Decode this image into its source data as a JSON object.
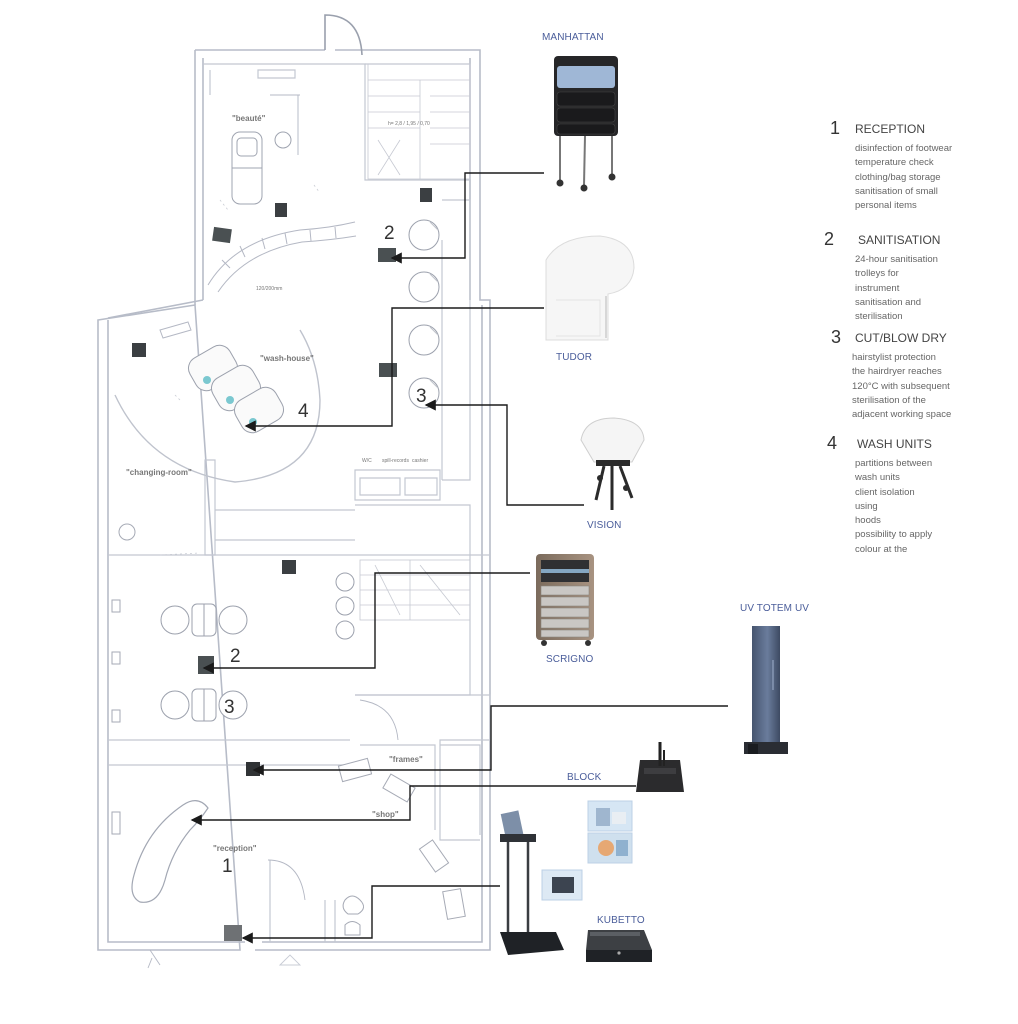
{
  "products": [
    {
      "id": "manhattan",
      "label": "MANHATTAN"
    },
    {
      "id": "tudor",
      "label": "TUDOR"
    },
    {
      "id": "vision",
      "label": "VISION"
    },
    {
      "id": "scrigno",
      "label": "SCRIGNO"
    },
    {
      "id": "uv_totem",
      "label": "UV TOTEM UV"
    },
    {
      "id": "block",
      "label": "BLOCK"
    },
    {
      "id": "kubetto",
      "label": "KUBETTO"
    }
  ],
  "legend": [
    {
      "num": "1",
      "title": "RECEPTION",
      "lines": [
        "disinfection of footwear",
        "temperature check",
        "clothing/bag storage",
        "sanitisation of small",
        "personal items"
      ]
    },
    {
      "num": "2",
      "title": "SANITISATION",
      "lines": [
        "24-hour sanitisation",
        "trolleys for",
        "instrument",
        "sanitisation and",
        "sterilisation"
      ]
    },
    {
      "num": "3",
      "title": "CUT/BLOW DRY",
      "lines": [
        "hairstylist protection",
        "the hairdryer reaches",
        "120°C with subsequent",
        "sterilisation of the",
        "adjacent working space"
      ]
    },
    {
      "num": "4",
      "title": "WASH UNITS",
      "lines": [
        "partitions between",
        "wash units",
        "client isolation",
        "using",
        "hoods",
        "possibility to apply",
        "colour at the"
      ]
    }
  ],
  "rooms": {
    "beauty": "\"beauté\"",
    "wash_house": "\"wash-house\"",
    "changing_room": "\"changing-room\"",
    "frames": "\"frames\"",
    "shop": "\"shop\"",
    "reception": "\"reception\"",
    "small_notes": [
      "W/C",
      "spill-records",
      "cashier",
      "h= 2,8 / 1,95 / 0,70",
      "120/200mm"
    ]
  },
  "zone_markers": {
    "reception": "1",
    "sanitisation_upper": "2",
    "sanitisation_lower": "2",
    "cut_blow_upper": "3",
    "cut_blow_lower": "3",
    "wash": "4"
  },
  "colors": {
    "wall": "#b7bcc8",
    "arrow": "#1b1b1b",
    "label_blue": "#4a5d9a",
    "totem": "#5f7190",
    "trolley_black": "#262628"
  }
}
